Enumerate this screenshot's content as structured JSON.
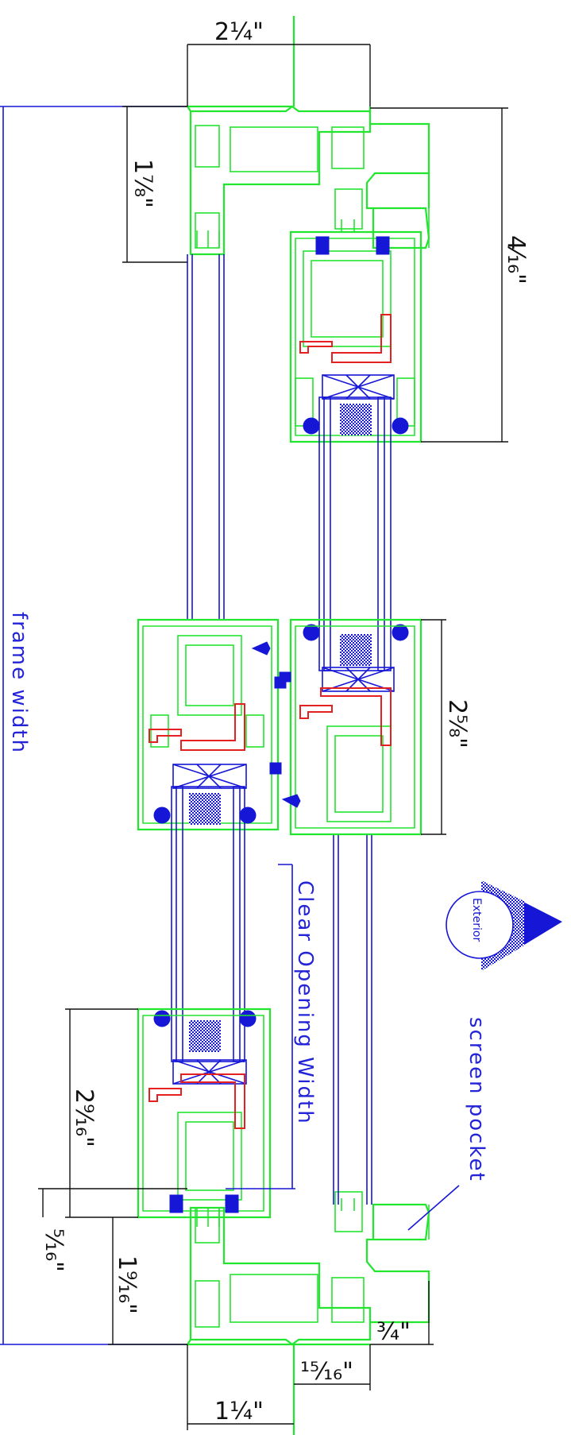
{
  "labels": {
    "frame_width": "frame width",
    "clear_opening_width": "Clear Opening Width",
    "screen_pocket": "screen pocket",
    "exterior": "Exterior"
  },
  "dimensions": {
    "top_width": "2¼\"",
    "left_top": "1⅞\"",
    "right_top": "4⁄₁₆\"",
    "right_mid": "2⅝\"",
    "left_mid": "2⁹⁄₁₆\"",
    "left_small": "⁵⁄₁₆\"",
    "left_low": "1⁹⁄₁₆\"",
    "right_low": "¾\"",
    "bottom_right": "¹⁵⁄₁₆\"",
    "bottom_left": "1¼\""
  },
  "colors": {
    "profile": "#22e52e",
    "glass_and_labels": "#1616d6",
    "reinforcement": "#e52020",
    "dimension_lines": "#111111"
  }
}
